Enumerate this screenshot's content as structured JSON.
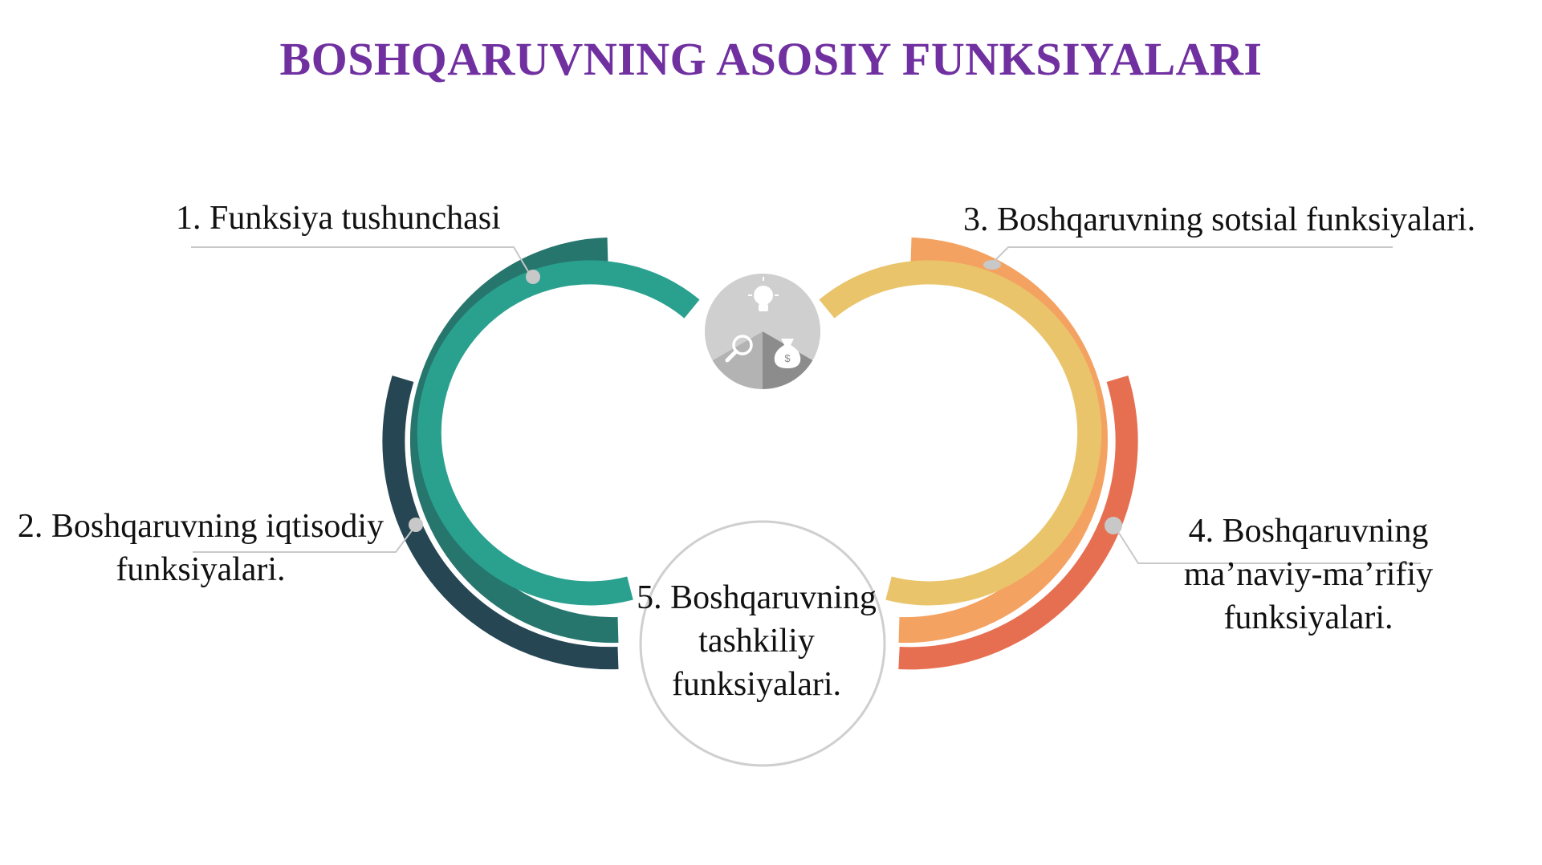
{
  "title": "BOSHQARUVNING ASOSIY FUNKSIYALARI",
  "colors": {
    "title": "#7030a0",
    "teal_inner": "#2aa18f",
    "teal_mid": "#27766d",
    "navy_outer": "#264653",
    "yellow_inner": "#e9c46a",
    "orange_mid": "#f4a261",
    "coral_outer": "#e76f51",
    "connector": "#c8c8c8",
    "hub_light": "#cfcfcf",
    "hub_mid": "#b3b3b3",
    "hub_dark": "#8c8c8c"
  },
  "hub": {
    "icons": [
      "lightbulb-icon",
      "magnifier-icon",
      "money-bag-icon"
    ],
    "money_symbol": "$"
  },
  "items": [
    {
      "lines": [
        "1. Funksiya tushunchasi"
      ]
    },
    {
      "lines": [
        "2. Boshqaruvning iqtisodiy",
        "funksiyalari."
      ]
    },
    {
      "lines": [
        "3. Boshqaruvning sotsial funksiyalari."
      ]
    },
    {
      "lines": [
        "4. Boshqaruvning",
        "ma’naviy-ma’rifiy",
        "funksiyalari."
      ]
    },
    {
      "lines": [
        "5. Boshqaruvning",
        "tashkiliy",
        "funksiyalari."
      ]
    }
  ]
}
